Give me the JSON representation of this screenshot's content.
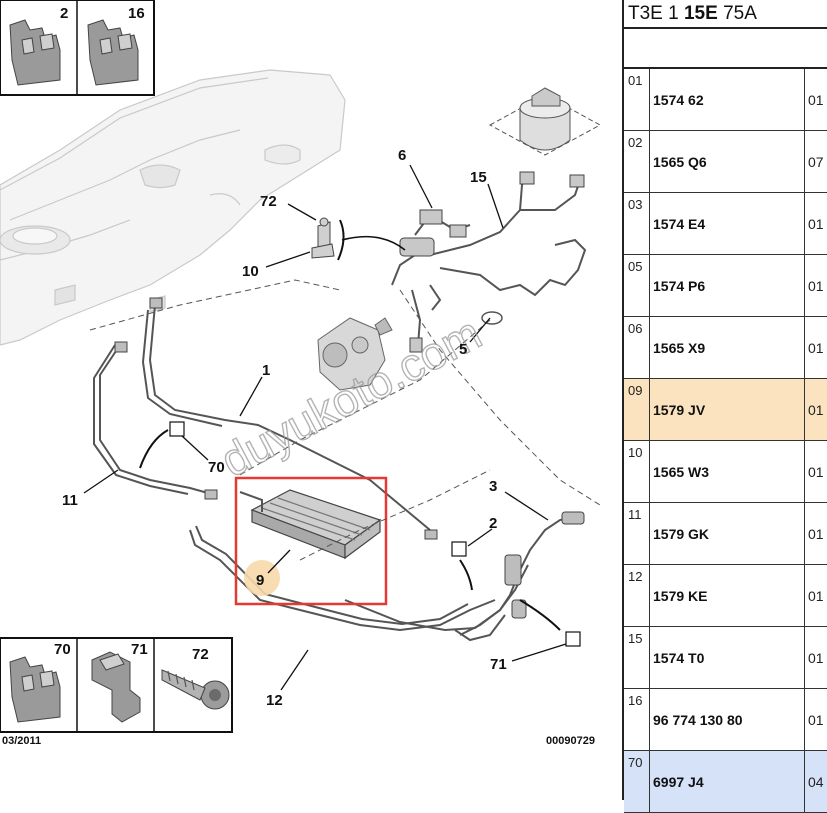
{
  "diagram": {
    "callouts": [
      "2",
      "16",
      "6",
      "15",
      "72",
      "10",
      "5",
      "1",
      "70",
      "11",
      "3",
      "9",
      "71",
      "12"
    ],
    "inset_top": [
      {
        "label": "2"
      },
      {
        "label": "16"
      }
    ],
    "inset_bottom": [
      {
        "label": "70"
      },
      {
        "label": "71"
      },
      {
        "label": "72"
      }
    ],
    "footer_left": "03/2011",
    "footer_right": "00090729",
    "watermark": "duyukoto.com",
    "highlight_color": "#e53935"
  },
  "panel": {
    "header_parts": [
      "T3E 1 ",
      "15E",
      " 75A"
    ],
    "rows": [
      {
        "num": "01",
        "ref": "1574 62",
        "qty": "01"
      },
      {
        "num": "02",
        "ref": "1565 Q6",
        "qty": "07"
      },
      {
        "num": "03",
        "ref": "1574 E4",
        "qty": "01"
      },
      {
        "num": "05",
        "ref": "1574 P6",
        "qty": "01"
      },
      {
        "num": "06",
        "ref": "1565 X9",
        "qty": "01"
      },
      {
        "num": "09",
        "ref": "1579 JV",
        "qty": "01",
        "highlight": "orange"
      },
      {
        "num": "10",
        "ref": "1565 W3",
        "qty": "01"
      },
      {
        "num": "11",
        "ref": "1579 GK",
        "qty": "01"
      },
      {
        "num": "12",
        "ref": "1579 KE",
        "qty": "01"
      },
      {
        "num": "15",
        "ref": "1574 T0",
        "qty": "01"
      },
      {
        "num": "16",
        "ref": "96 774 130 80",
        "qty": "01"
      },
      {
        "num": "70",
        "ref": "6997 J4",
        "qty": "04",
        "highlight": "blue"
      }
    ],
    "colors": {
      "orange_highlight": "#fbe3bf",
      "blue_highlight": "#d6e2f7"
    }
  }
}
